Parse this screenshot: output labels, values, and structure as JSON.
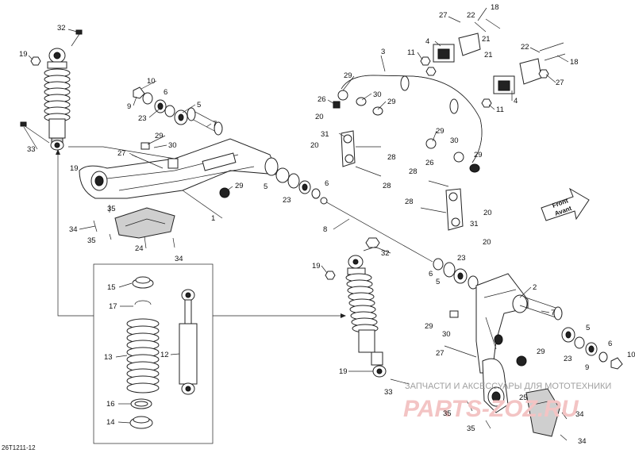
{
  "diagram": {
    "drawing_code": "26T1211-12",
    "front_label": "Front",
    "front_label_fr": "Avant",
    "watermark_line": "ЗАПЧАСТИ И АКСЕССУАРЫ ДЛЯ МОТОТЕХНИКИ",
    "watermark_brand": "PARTS-ZOZ.RU"
  },
  "callouts": [
    {
      "n": "32"
    },
    {
      "n": "19"
    },
    {
      "n": "33"
    },
    {
      "n": "10"
    },
    {
      "n": "6"
    },
    {
      "n": "9"
    },
    {
      "n": "23"
    },
    {
      "n": "5"
    },
    {
      "n": "7"
    },
    {
      "n": "29"
    },
    {
      "n": "27"
    },
    {
      "n": "30"
    },
    {
      "n": "19"
    },
    {
      "n": "29"
    },
    {
      "n": "35"
    },
    {
      "n": "34"
    },
    {
      "n": "35"
    },
    {
      "n": "24"
    },
    {
      "n": "34"
    },
    {
      "n": "1"
    },
    {
      "n": "3"
    },
    {
      "n": "29"
    },
    {
      "n": "26"
    },
    {
      "n": "30"
    },
    {
      "n": "29"
    },
    {
      "n": "20"
    },
    {
      "n": "31"
    },
    {
      "n": "20"
    },
    {
      "n": "28"
    },
    {
      "n": "28"
    },
    {
      "n": "5"
    },
    {
      "n": "23"
    },
    {
      "n": "6"
    },
    {
      "n": "8"
    },
    {
      "n": "27"
    },
    {
      "n": "22"
    },
    {
      "n": "18"
    },
    {
      "n": "4"
    },
    {
      "n": "11"
    },
    {
      "n": "21"
    },
    {
      "n": "21"
    },
    {
      "n": "22"
    },
    {
      "n": "18"
    },
    {
      "n": "27"
    },
    {
      "n": "4"
    },
    {
      "n": "11"
    },
    {
      "n": "29"
    },
    {
      "n": "30"
    },
    {
      "n": "26"
    },
    {
      "n": "29"
    },
    {
      "n": "28"
    },
    {
      "n": "28"
    },
    {
      "n": "20"
    },
    {
      "n": "31"
    },
    {
      "n": "20"
    },
    {
      "n": "32"
    },
    {
      "n": "19"
    },
    {
      "n": "23"
    },
    {
      "n": "6"
    },
    {
      "n": "5"
    },
    {
      "n": "2"
    },
    {
      "n": "7"
    },
    {
      "n": "29"
    },
    {
      "n": "30"
    },
    {
      "n": "27"
    },
    {
      "n": "29"
    },
    {
      "n": "5"
    },
    {
      "n": "6"
    },
    {
      "n": "23"
    },
    {
      "n": "10"
    },
    {
      "n": "9"
    },
    {
      "n": "19"
    },
    {
      "n": "33"
    },
    {
      "n": "25"
    },
    {
      "n": "35"
    },
    {
      "n": "34"
    },
    {
      "n": "35"
    },
    {
      "n": "34"
    },
    {
      "n": "15"
    },
    {
      "n": "17"
    },
    {
      "n": "13"
    },
    {
      "n": "12"
    },
    {
      "n": "16"
    },
    {
      "n": "14"
    }
  ]
}
